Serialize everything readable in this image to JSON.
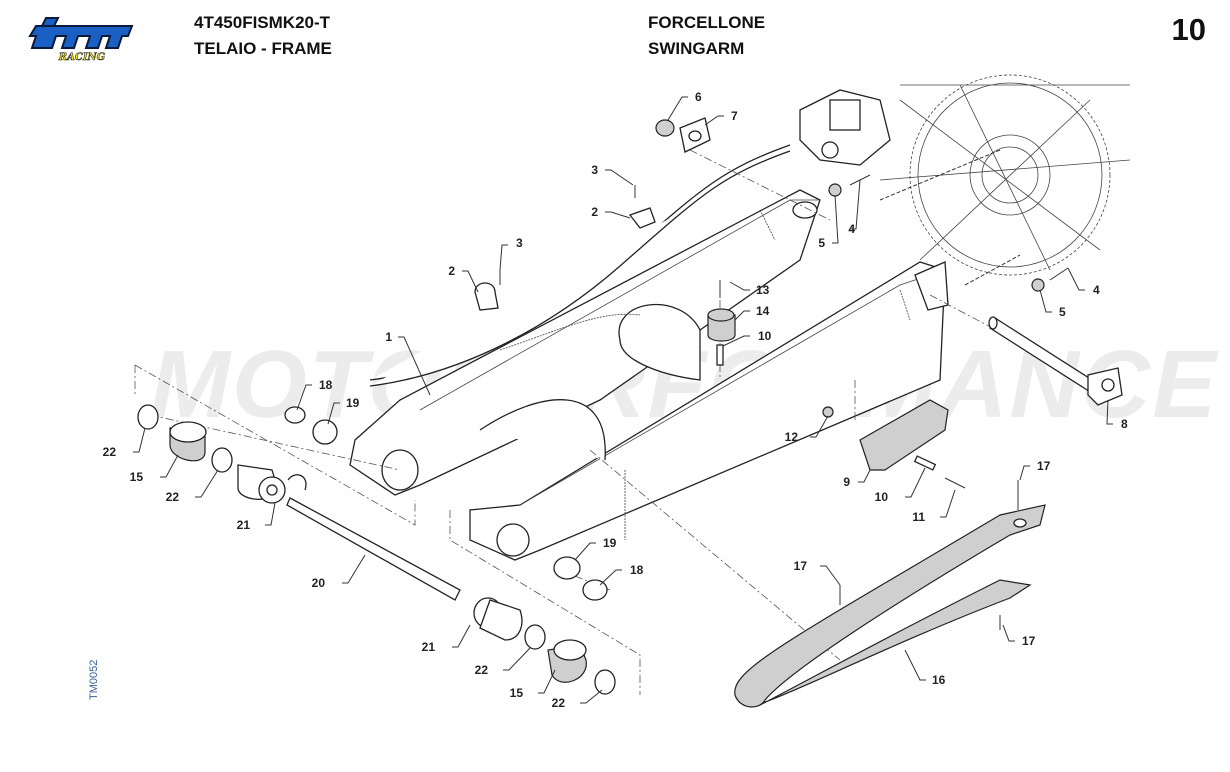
{
  "header": {
    "brand": "tm",
    "brand_sub": "RACING",
    "model_code": "4T450FISMK20-T",
    "group": "TELAIO - FRAME",
    "title_it": "FORCELLONE",
    "title_en": "SWINGARM",
    "page_number": "10"
  },
  "watermark": "MOTOPERFORMANCE",
  "drawing_code": "TM0052",
  "colors": {
    "logo_blue": "#1a5fc4",
    "logo_yellow": "#f2e200",
    "line": "#222222",
    "watermark": "#ececec",
    "drawing_code": "#3a5f9a"
  },
  "callouts": [
    {
      "id": "1",
      "part": "swingarm"
    },
    {
      "id": "2",
      "part": "cable-clamp"
    },
    {
      "id": "2",
      "part": "cable-clamp"
    },
    {
      "id": "3",
      "part": "clamp-screw"
    },
    {
      "id": "3",
      "part": "clamp-screw"
    },
    {
      "id": "4",
      "part": "chain-adjuster-bolt"
    },
    {
      "id": "4",
      "part": "chain-adjuster-bolt"
    },
    {
      "id": "5",
      "part": "nut"
    },
    {
      "id": "5",
      "part": "nut"
    },
    {
      "id": "6",
      "part": "nut"
    },
    {
      "id": "7",
      "part": "adjuster-plate"
    },
    {
      "id": "8",
      "part": "wheel-axle"
    },
    {
      "id": "9",
      "part": "chain-guide"
    },
    {
      "id": "10",
      "part": "spacer"
    },
    {
      "id": "10",
      "part": "spacer"
    },
    {
      "id": "11",
      "part": "screw"
    },
    {
      "id": "12",
      "part": "nut"
    },
    {
      "id": "13",
      "part": "screw"
    },
    {
      "id": "14",
      "part": "chain-roller"
    },
    {
      "id": "15",
      "part": "bearing"
    },
    {
      "id": "15",
      "part": "bearing"
    },
    {
      "id": "16",
      "part": "chain-slider"
    },
    {
      "id": "17",
      "part": "slider-screw"
    },
    {
      "id": "17",
      "part": "slider-screw"
    },
    {
      "id": "17",
      "part": "slider-screw"
    },
    {
      "id": "18",
      "part": "pivot-nut"
    },
    {
      "id": "18",
      "part": "pivot-nut"
    },
    {
      "id": "19",
      "part": "washer"
    },
    {
      "id": "19",
      "part": "washer"
    },
    {
      "id": "20",
      "part": "pivot-shaft"
    },
    {
      "id": "21",
      "part": "bushing"
    },
    {
      "id": "21",
      "part": "bushing"
    },
    {
      "id": "22",
      "part": "snap-ring"
    },
    {
      "id": "22",
      "part": "snap-ring"
    },
    {
      "id": "22",
      "part": "snap-ring"
    },
    {
      "id": "22",
      "part": "snap-ring"
    }
  ]
}
